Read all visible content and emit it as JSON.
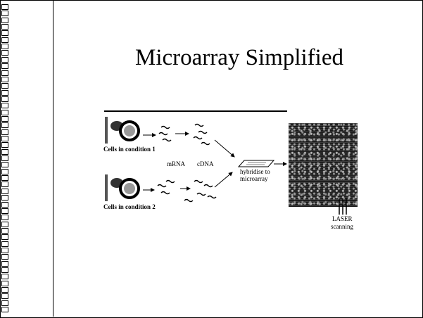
{
  "slide": {
    "title": "Microarray Simplified"
  },
  "diagram": {
    "cells_condition_1": "Cells in condition 1",
    "cells_condition_2": "Cells in condition 2",
    "mrna_label": "mRNA",
    "cdna_label": "cDNA",
    "hybridise_line1": "hybridise to",
    "hybridise_line2": "microarray",
    "laser_line1": "LASER",
    "laser_line2": "scanning"
  },
  "colors": {
    "scan_panel": "#2a2a2a",
    "line": "#000000",
    "page_background": "#ffffff"
  }
}
